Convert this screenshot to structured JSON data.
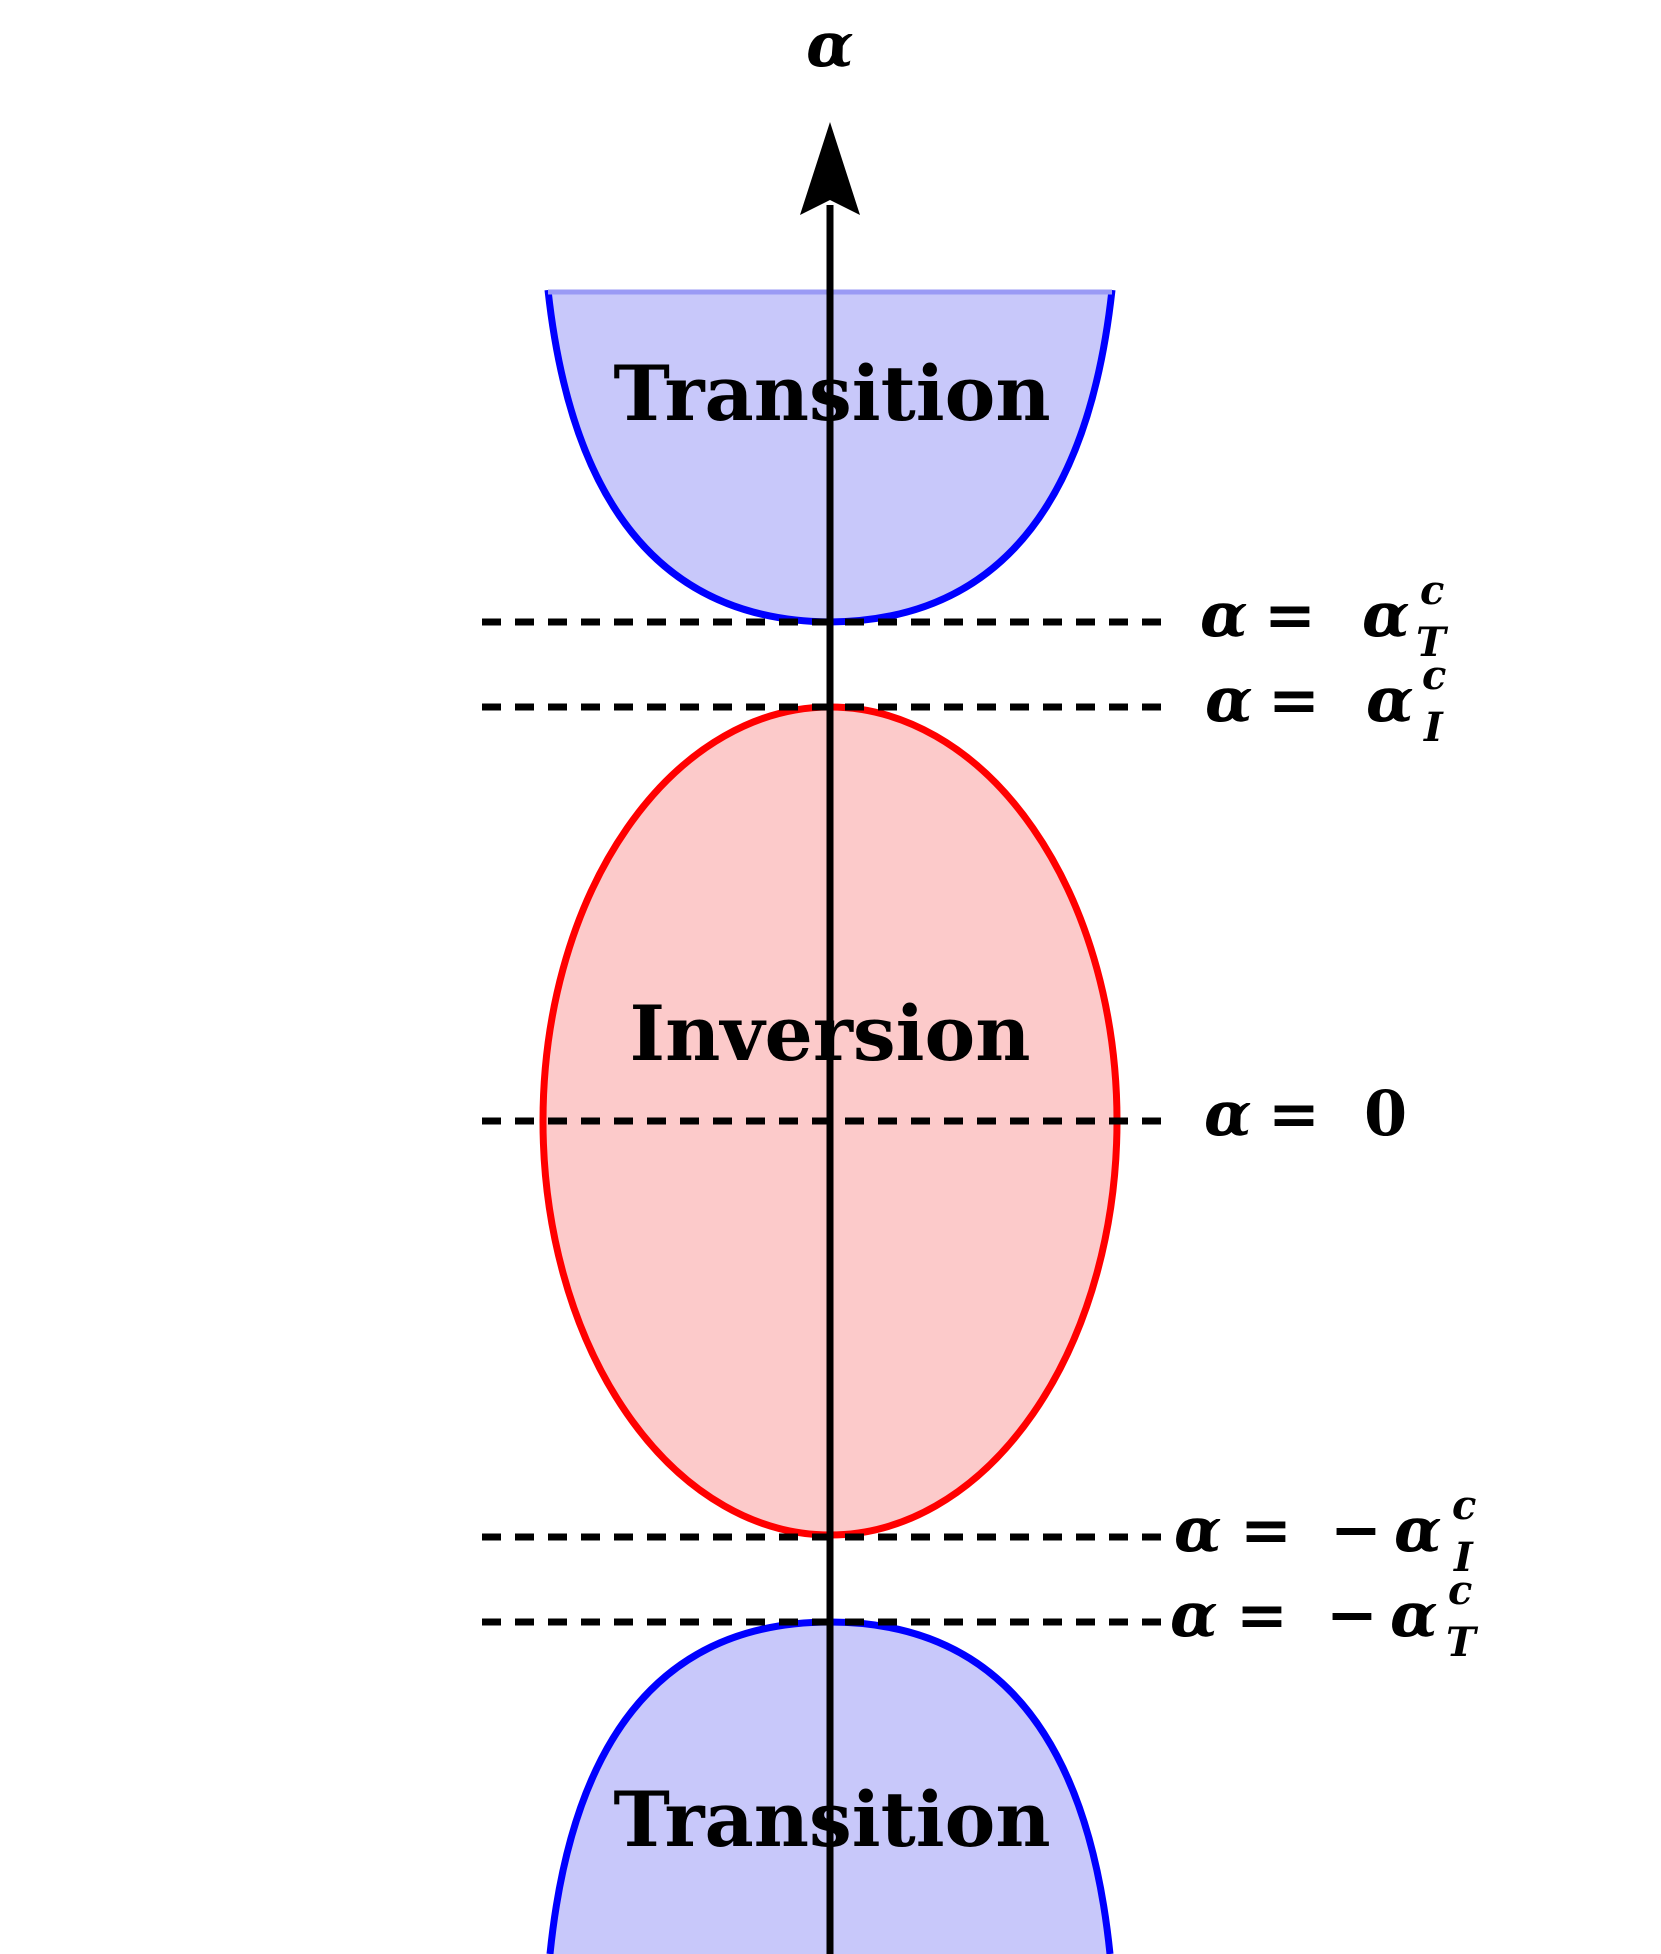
{
  "diagram": {
    "axis_label": "α",
    "regions": {
      "top": "Transition",
      "middle": "Inversion",
      "bottom": "Transition"
    },
    "levels": [
      {
        "id": "alpha-tc",
        "lhs": "α",
        "eq": "=",
        "sign": "",
        "rhs": "α",
        "sup": "c",
        "sub": "T"
      },
      {
        "id": "alpha-ic",
        "lhs": "α",
        "eq": "=",
        "sign": "",
        "rhs": "α",
        "sup": "c",
        "sub": "I"
      },
      {
        "id": "alpha-zero",
        "lhs": "α",
        "eq": "=",
        "sign": "",
        "rhs": "0",
        "sup": "",
        "sub": ""
      },
      {
        "id": "alpha-neg-ic",
        "lhs": "α",
        "eq": "=",
        "sign": "−",
        "rhs": "α",
        "sup": "c",
        "sub": "I"
      },
      {
        "id": "alpha-neg-tc",
        "lhs": "α",
        "eq": "=",
        "sign": "−",
        "rhs": "α",
        "sup": "c",
        "sub": "T"
      }
    ],
    "colors": {
      "transition_stroke": "#0000ff",
      "transition_fill": "#c8c8fa",
      "inversion_stroke": "#ff0000",
      "inversion_fill": "#fccaca",
      "axis": "#000000"
    }
  }
}
